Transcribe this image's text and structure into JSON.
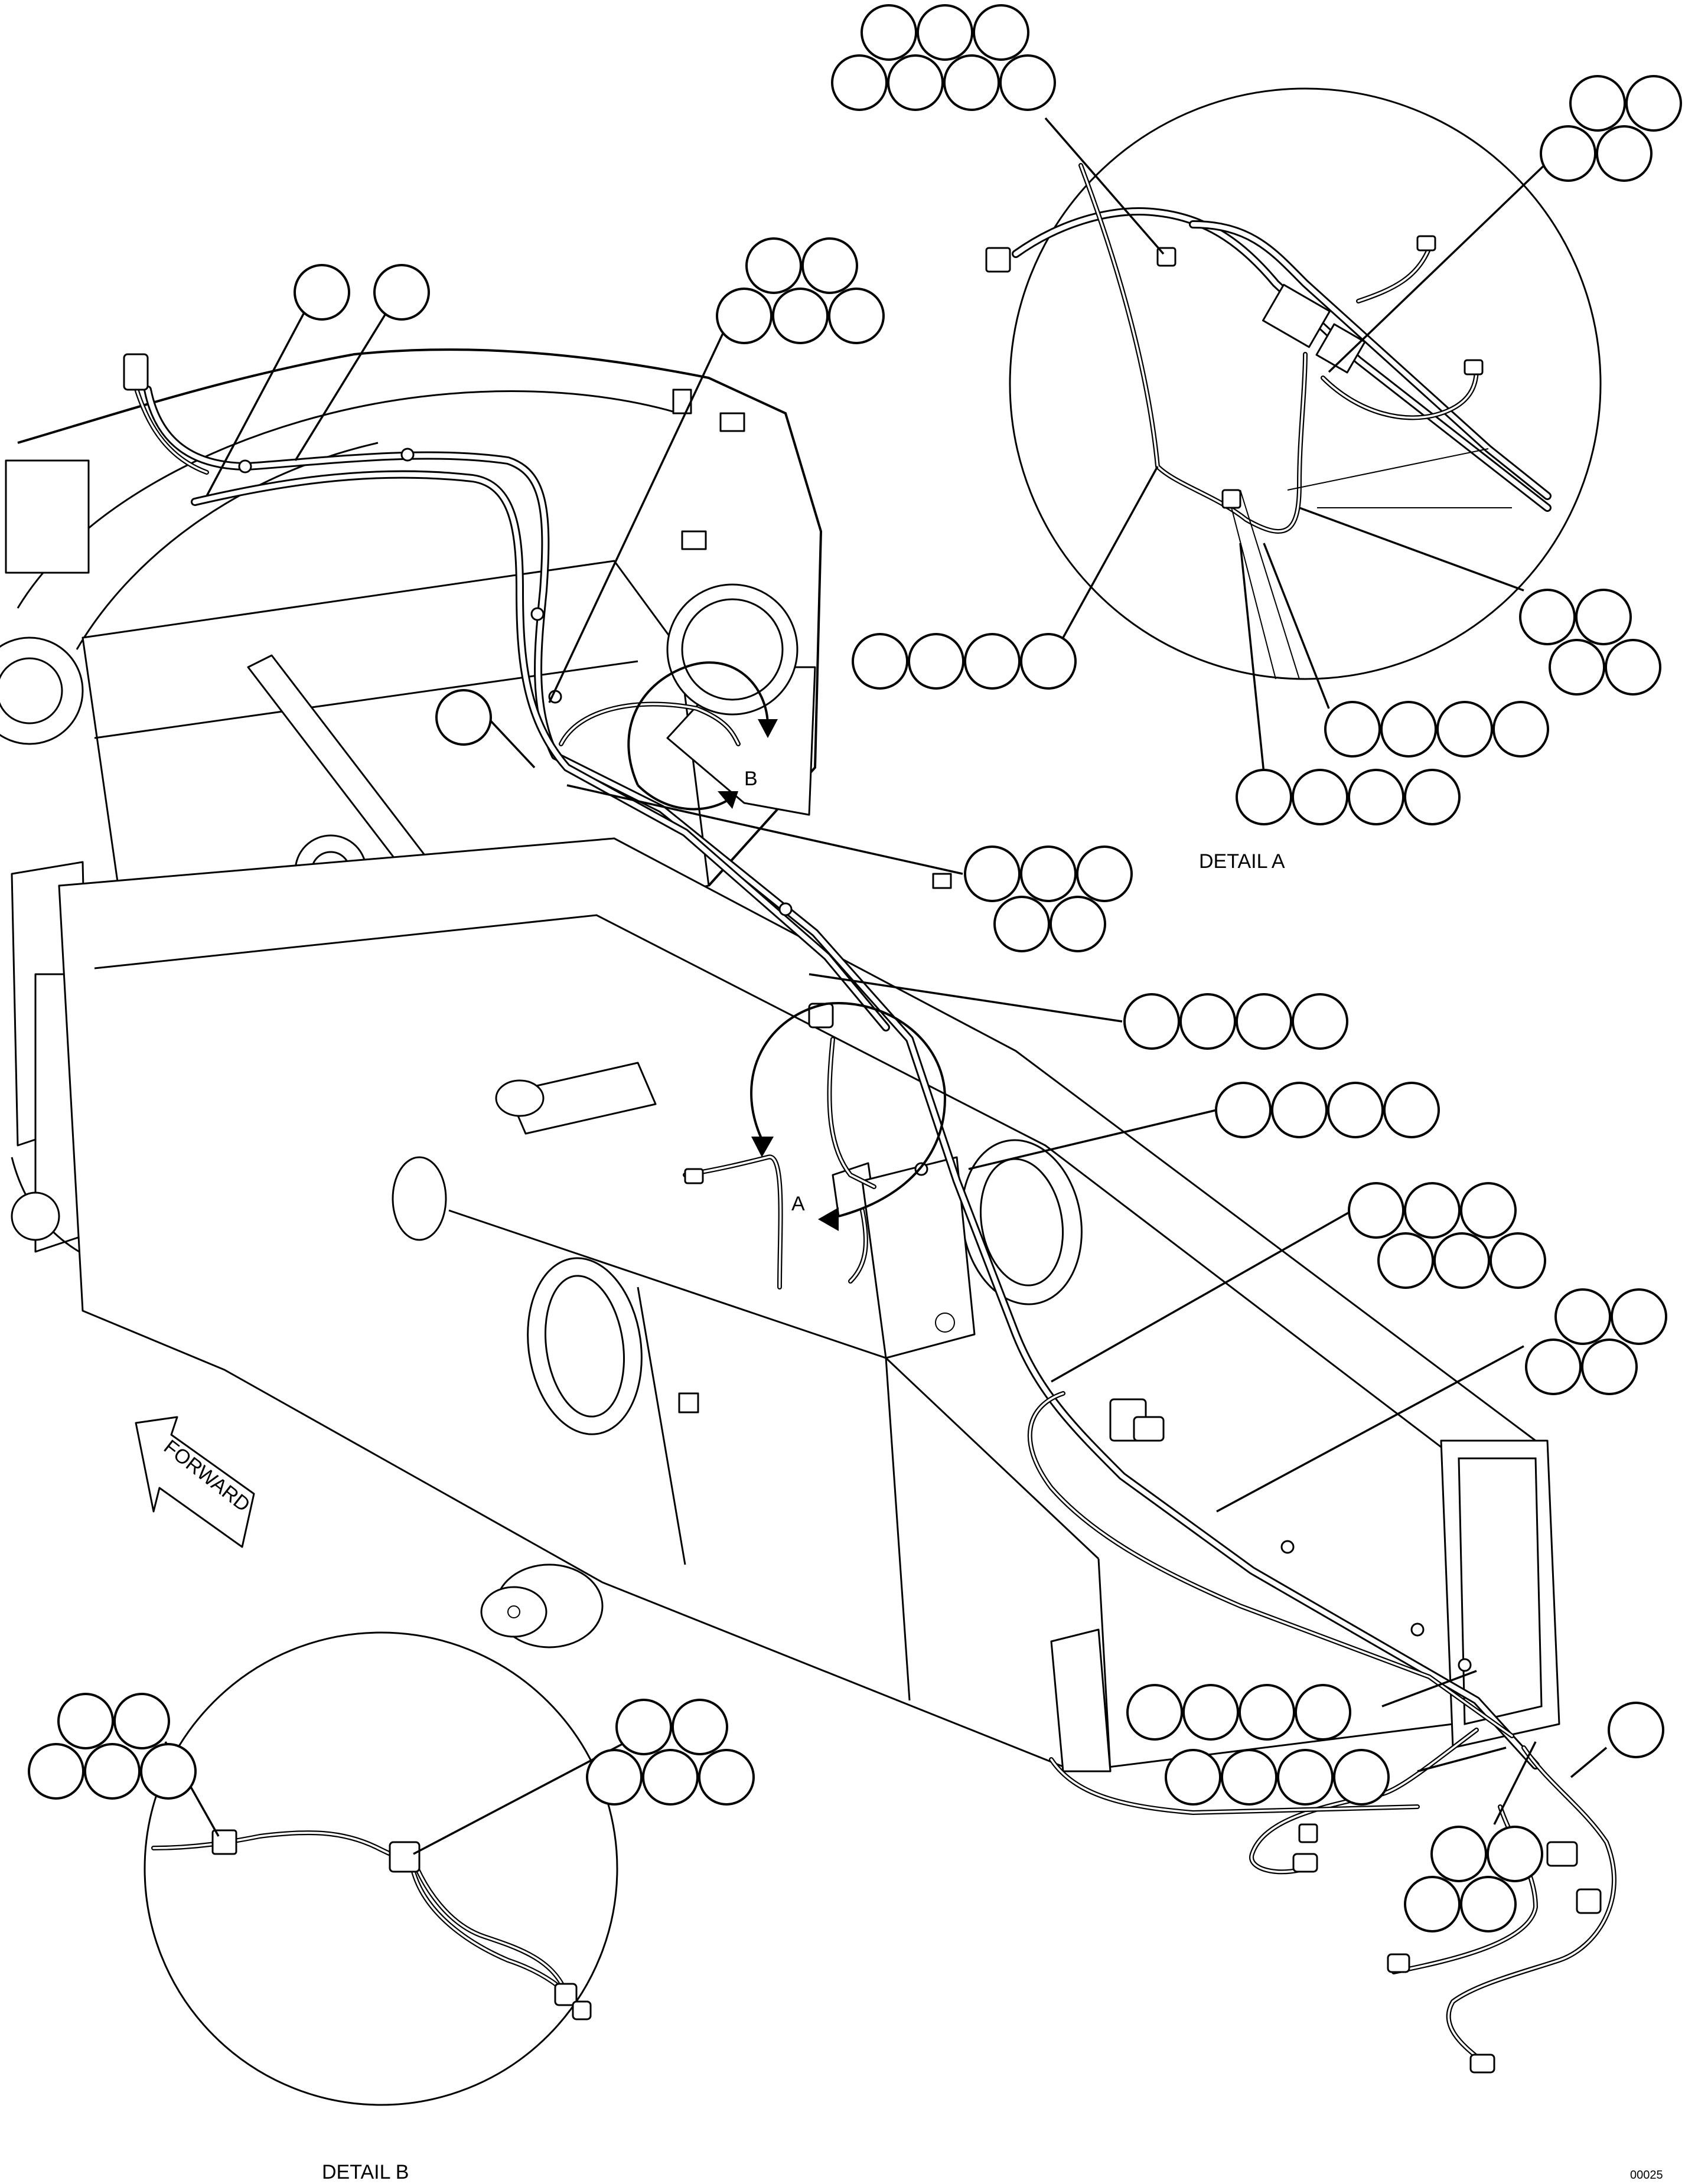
{
  "labels": {
    "view_a": "A",
    "view_b": "B",
    "detail_a": "DETAIL A",
    "detail_b": "DETAIL B",
    "forward": "FORWARD",
    "drawing_number": "00025"
  }
}
